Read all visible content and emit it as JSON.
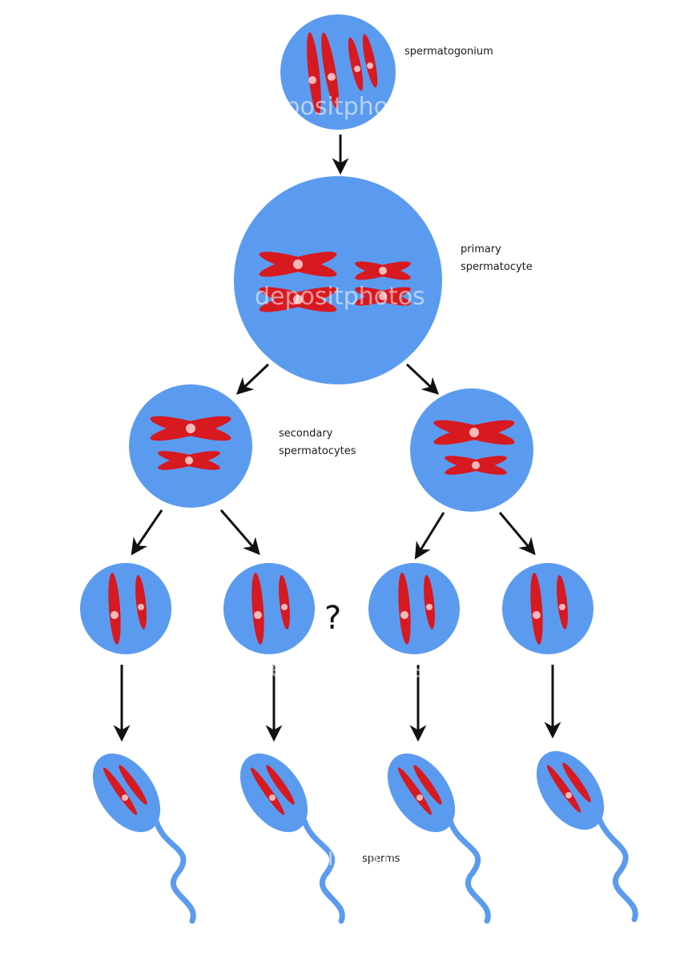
{
  "labels": {
    "spermatogonium": "spermatogonium",
    "primary_1": "primary",
    "primary_2": "spermatocyte",
    "secondary_1": "secondary",
    "secondary_2": "spermatocytes",
    "sperms": "sperms",
    "question": "?"
  },
  "watermark": "depositphotos",
  "colors": {
    "cell": "#5b9bef",
    "chromosome": "#d71920",
    "centromere": "#f6b8b8",
    "arrow": "#111111",
    "background": "#ffffff"
  }
}
